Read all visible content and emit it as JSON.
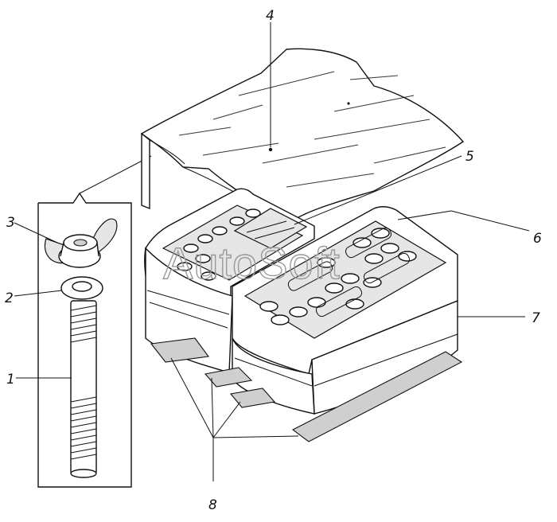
{
  "labels": {
    "l1": "1",
    "l2": "2",
    "l3": "3",
    "l4": "4",
    "l5": "5",
    "l6": "6",
    "l7": "7",
    "l8": "8"
  },
  "watermark": "AutoSoft"
}
